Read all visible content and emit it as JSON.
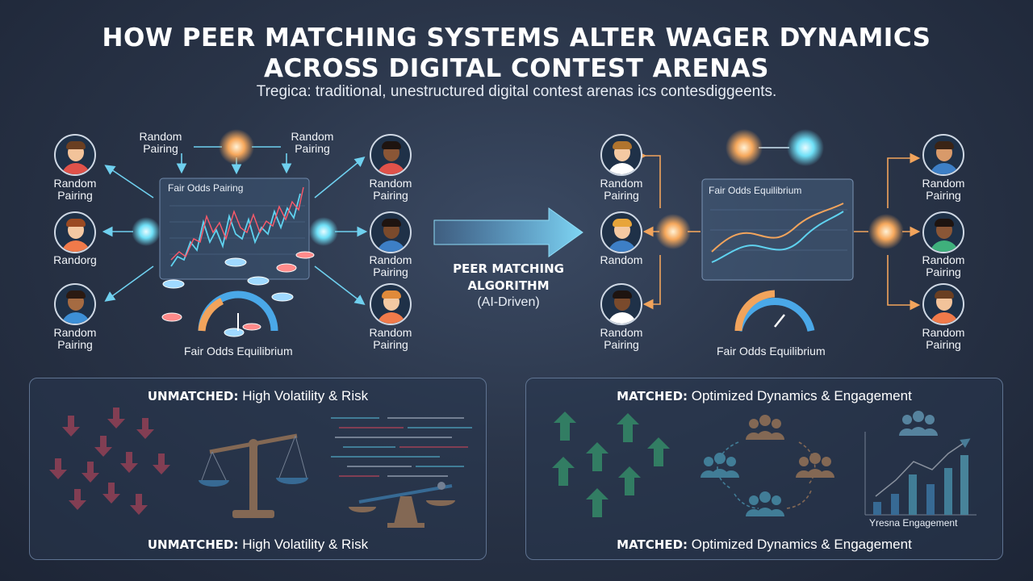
{
  "header": {
    "title_line1": "HOW PEER MATCHING SYSTEMS ALTER WAGER DYNAMICS",
    "title_line2": "ACROSS DIGITAL CONTEST ARENAS",
    "subtitle": "Tregica: traditional, unestructured digital contest arenas ics contesdiggeents."
  },
  "left": {
    "top_labels": [
      "Random\nPairing",
      "Random\nPairing"
    ],
    "player_labels": [
      "Random\nPairing",
      "Randorg",
      "Random\nPairing",
      "Random\nPairing",
      "Random\nPairing",
      "Random\nPairing"
    ],
    "chart_title": "Fair Odds Pairing",
    "gauge_label": "Fair Odds Equilibrium"
  },
  "center": {
    "line1": "PEER MATCHING",
    "line2": "ALGORITHM",
    "sub": "(AI-Driven)"
  },
  "right": {
    "player_labels": [
      "Random\nPairing",
      "Random",
      "Random\nPairing",
      "Random\nPairing",
      "Random\nPairing",
      "Random\nPairing"
    ],
    "chart_title": "Fair Odds Equilibrium",
    "gauge_label": "Fair Odds Equilibrium"
  },
  "panels": {
    "unmatched": {
      "bold": "UNMATCHED:",
      "text": " High Volatility & Risk"
    },
    "matched": {
      "bold": "MATCHED:",
      "text": " Optimized Dynamics & Engagement"
    },
    "engagement_label": "Yresna Engagement"
  },
  "colors": {
    "cyan": "#5fd2ef",
    "orange": "#f2a45c",
    "red": "#f0475a",
    "green": "#3fd27c",
    "blue": "#4aa8e8"
  }
}
